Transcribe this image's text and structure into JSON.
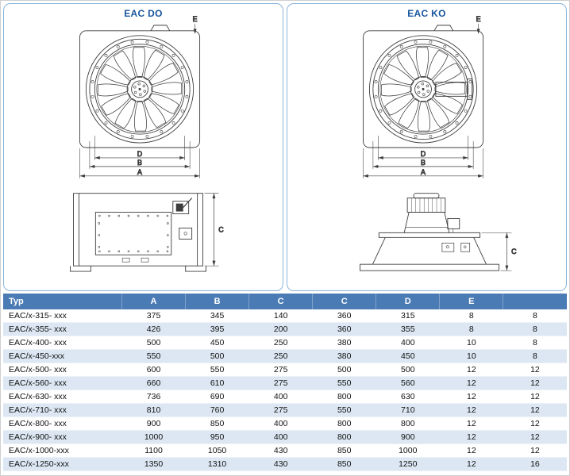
{
  "panels": [
    {
      "title": "EAC DO",
      "dims": {
        "a": "A",
        "b": "B",
        "c": "C",
        "d": "D",
        "e": "E"
      }
    },
    {
      "title": "EAC KO",
      "dims": {
        "a": "A",
        "b": "B",
        "c": "C",
        "d": "D",
        "e": "E"
      }
    }
  ],
  "table": {
    "headers": [
      "Typ",
      "A",
      "B",
      "C",
      "C",
      "D",
      "E",
      ""
    ],
    "rows": [
      [
        "EAC/x-315- xxx",
        "375",
        "345",
        "140",
        "360",
        "315",
        "8",
        "8"
      ],
      [
        "EAC/x-355- xxx",
        "426",
        "395",
        "200",
        "360",
        "355",
        "8",
        "8"
      ],
      [
        "EAC/x-400- xxx",
        "500",
        "450",
        "250",
        "380",
        "400",
        "10",
        "8"
      ],
      [
        "EAC/x-450-xxx",
        "550",
        "500",
        "250",
        "380",
        "450",
        "10",
        "8"
      ],
      [
        "EAC/x-500- xxx",
        "600",
        "550",
        "275",
        "500",
        "500",
        "12",
        "12"
      ],
      [
        "EAC/x-560- xxx",
        "660",
        "610",
        "275",
        "550",
        "560",
        "12",
        "12"
      ],
      [
        "EAC/x-630- xxx",
        "736",
        "690",
        "400",
        "800",
        "630",
        "12",
        "12"
      ],
      [
        "EAC/x-710- xxx",
        "810",
        "760",
        "275",
        "550",
        "710",
        "12",
        "12"
      ],
      [
        "EAC/x-800- xxx",
        "900",
        "850",
        "400",
        "800",
        "800",
        "12",
        "12"
      ],
      [
        "EAC/x-900- xxx",
        "1000",
        "950",
        "400",
        "800",
        "900",
        "12",
        "12"
      ],
      [
        "EAC/x-1000-xxx",
        "1100",
        "1050",
        "430",
        "850",
        "1000",
        "12",
        "12"
      ],
      [
        "EAC/x-1250-xxx",
        "1350",
        "1310",
        "430",
        "850",
        "1250",
        "12",
        "16"
      ]
    ]
  },
  "colors": {
    "table_header_bg": "#4a7bb5",
    "row_alt_bg": "#dce7f3",
    "panel_border": "#8ab4d8",
    "title_color": "#17559c",
    "line_color": "#3d3d3d"
  }
}
